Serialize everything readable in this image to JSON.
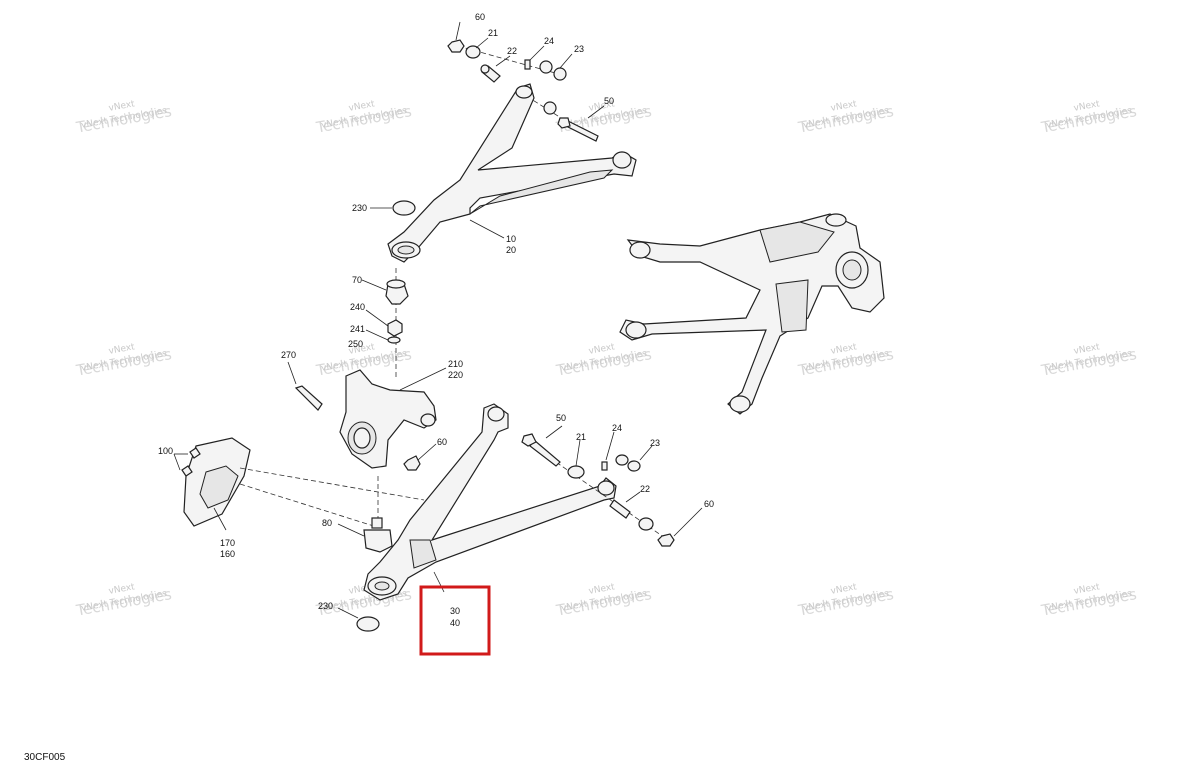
{
  "labels": {
    "l60_top": "60",
    "l21_top": "21",
    "l22_top": "22",
    "l24_top": "24",
    "l23_top": "23",
    "l50_top": "50",
    "l230_top": "230",
    "l10": "10",
    "l20": "20",
    "l70": "70",
    "l240": "240",
    "l241": "241",
    "l250": "250",
    "l270": "270",
    "l210": "210",
    "l220": "220",
    "l60_mid": "60",
    "l100": "100",
    "l170": "170",
    "l160": "160",
    "l80": "80",
    "l230_bot": "230",
    "l50_bot": "50",
    "l21_bot": "21",
    "l24_bot": "24",
    "l23_bot": "23",
    "l22_bot": "22",
    "l60_bot": "60",
    "l30": "30",
    "l40": "40"
  },
  "watermark": {
    "line1": "vNext",
    "line2": "Technologies",
    "line3": "vNext Technologies"
  },
  "highlight": {
    "color": "#d11a1a"
  },
  "figure_code": "30CF005"
}
